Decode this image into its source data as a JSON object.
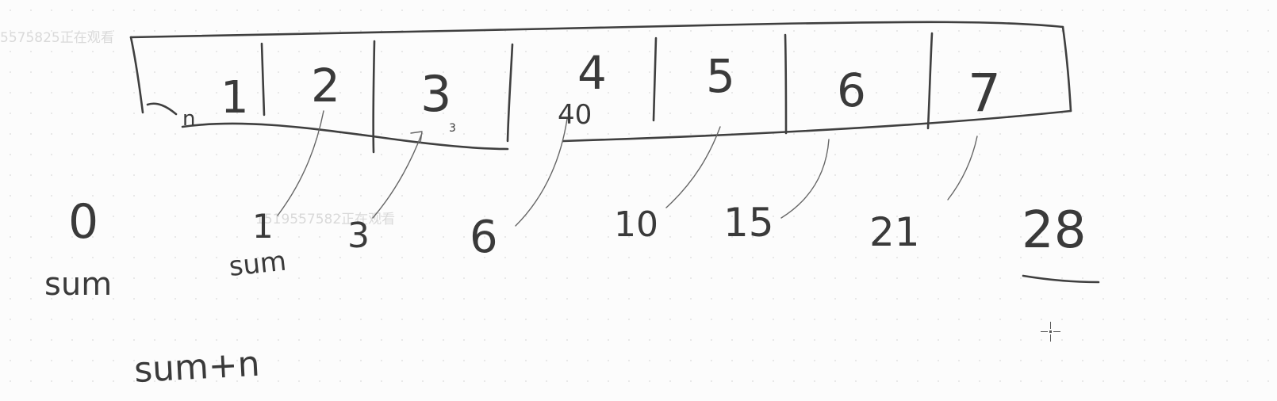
{
  "watermark": {
    "top_left": "5575825正在观看",
    "middle": "1519557582正在观看"
  },
  "array": {
    "index_label": "n",
    "cells": [
      "1",
      "2",
      "3",
      "4",
      "5",
      "6",
      "7"
    ],
    "marks": [
      "3",
      "40"
    ]
  },
  "prefix_sums": [
    "0",
    "1",
    "3",
    "6",
    "10",
    "15",
    "21",
    "28"
  ],
  "labels": {
    "sum_under_0": "sum",
    "sum_under_1": "sum",
    "sum_plus_n": "sum+n"
  },
  "ink_color": "#3f3f3f"
}
